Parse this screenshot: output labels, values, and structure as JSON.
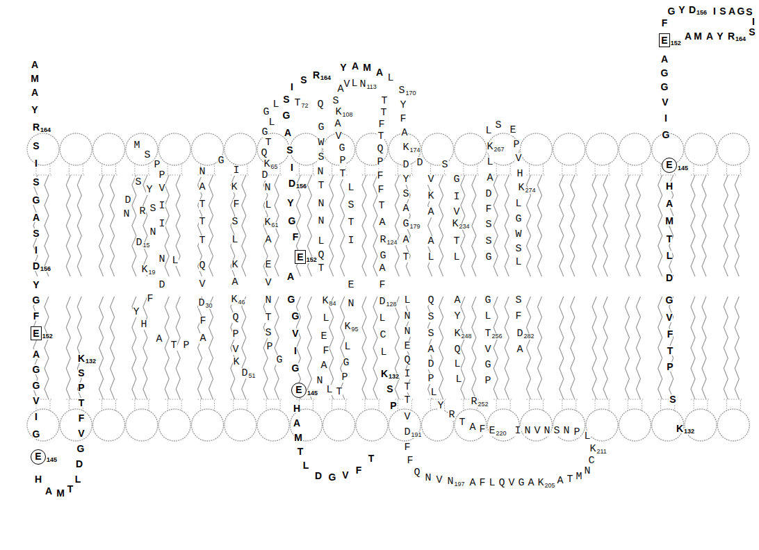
{
  "diagram": {
    "labels": [
      "M",
      "S",
      "P",
      "P",
      "V",
      "S",
      "Y",
      "D",
      "I",
      "R",
      "S",
      "N",
      "I",
      "N",
      "D",
      "15",
      "N",
      "L",
      "K",
      "19",
      "D",
      "F",
      "Y",
      "H",
      "A",
      "T",
      "P",
      "A",
      "F",
      "D",
      "30",
      "V",
      "Q",
      "T",
      "T",
      "T",
      "A",
      "N",
      "G",
      "I",
      "K",
      "F",
      "S",
      "L",
      "K",
      "A",
      "K",
      "46",
      "Q",
      "P",
      "V",
      "K",
      "D",
      "51",
      "G",
      "P",
      "S",
      "T",
      "N",
      "V",
      "E",
      "A",
      "K",
      "61",
      "L",
      "N",
      "D",
      "K",
      "65",
      "Q",
      "T",
      "G",
      "L",
      "G",
      "L",
      "T",
      "72",
      "Q",
      "G",
      "W",
      "S",
      "N",
      "T",
      "N",
      "N",
      "L",
      "Q",
      "T",
      "K",
      "84",
      "L",
      "E",
      "F",
      "A",
      "N",
      "L",
      "T",
      "P",
      "G",
      "L",
      "K",
      "95",
      "N",
      "E",
      "I",
      "T",
      "S",
      "L",
      "T",
      "P",
      "G",
      "V",
      "A",
      "K",
      "108",
      "S",
      "A",
      "V",
      "L",
      "N",
      "113",
      "T",
      "T",
      "F",
      "T",
      "Q",
      "P",
      "F",
      "F",
      "T",
      "A",
      "R",
      "124",
      "G",
      "A",
      "F",
      "D",
      "128",
      "L",
      "C",
      "L",
      "K",
      "132",
      "S",
      "P",
      "T",
      "F",
      "V",
      "G",
      "D",
      "L",
      "T",
      "M",
      "A",
      "H",
      "E",
      "145",
      "G",
      "I",
      "V",
      "G",
      "G",
      "A",
      "E",
      "152",
      "F",
      "G",
      "Y",
      "D",
      "156",
      "I",
      "S",
      "A",
      "G",
      "S",
      "I",
      "S",
      "R",
      "164",
      "Y",
      "A",
      "M",
      "A",
      "L",
      "S",
      "170",
      "Y",
      "F",
      "A",
      "K",
      "174",
      "D",
      "Y",
      "S",
      "A",
      "G",
      "179",
      "A",
      "T",
      "L",
      "N",
      "N",
      "E",
      "Q",
      "I",
      "T",
      "T",
      "V",
      "D",
      "191",
      "F",
      "F",
      "Q",
      "N",
      "V",
      "N",
      "197",
      "A",
      "F",
      "L",
      "Q",
      "V",
      "G",
      "A",
      "K",
      "205",
      "A",
      "T",
      "M",
      "N",
      "C",
      "K",
      "211",
      "L",
      "P",
      "N",
      "S",
      "N",
      "V",
      "N",
      "I",
      "E",
      "220",
      "F",
      "A",
      "T",
      "R",
      "Y",
      "L",
      "P",
      "D",
      "A",
      "S",
      "S",
      "Q",
      "L",
      "A",
      "K",
      "234",
      "A",
      "K",
      "V",
      "D",
      "S",
      "G",
      "I",
      "V",
      "T",
      "L",
      "A",
      "Y",
      "K",
      "248",
      "Q",
      "L",
      "L",
      "R",
      "252",
      "P",
      "G",
      "V",
      "T",
      "256",
      "L",
      "G",
      "G",
      "S",
      "S",
      "F",
      "D",
      "A",
      "L",
      "K",
      "267",
      "L",
      "S",
      "E",
      "P",
      "V",
      "H",
      "K",
      "274",
      "L",
      "G",
      "W",
      "S",
      "L",
      "S",
      "F",
      "D",
      "282",
      "A",
      "G",
      "Y",
      "D",
      "156",
      "I",
      "S",
      "A",
      "G",
      "S",
      "I",
      "S",
      "R",
      "164",
      "Y",
      "A",
      "M",
      "A",
      "F",
      "E",
      "152",
      "A",
      "G",
      "G",
      "V",
      "I",
      "G",
      "E",
      "145",
      "H",
      "A",
      "M",
      "T",
      "L",
      "D",
      "G",
      "V",
      "F",
      "T",
      "P",
      "S",
      "K",
      "132",
      "A",
      "M",
      "A",
      "Y",
      "R",
      "164",
      "S",
      "I",
      "S",
      "G",
      "A",
      "S",
      "I",
      "D",
      "156",
      "Y",
      "G",
      "F",
      "E",
      "152",
      "A",
      "G",
      "G",
      "V",
      "I",
      "G",
      "E",
      "145",
      "H",
      "A",
      "M",
      "T",
      "L",
      "D",
      "G",
      "V",
      "F",
      "T",
      "P",
      "S",
      "K",
      "132"
    ]
  }
}
